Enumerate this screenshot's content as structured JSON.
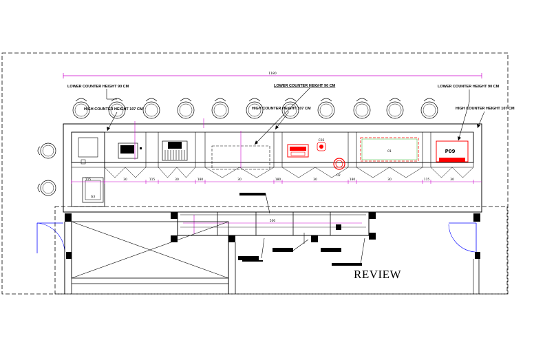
{
  "labels": {
    "lower_counter_left": "LOWER COUNTER HEIGHT 90 CM",
    "lower_counter_mid": "LOWER COUNTER HEIGHT 90 CM",
    "lower_counter_right": "LOWER COUNTER HEIGHT 90 CM",
    "high_counter_left": "HIGH COUNTER HEIGHT 107 CM",
    "high_counter_mid": "HIGH COUNTER HEIGHT 107 CM",
    "high_counter_right": "HIGH COUNTER HEIGHT 107 CM",
    "review": "REVIEW"
  },
  "dimensions": {
    "overall": "1180",
    "segments": [
      "115",
      "30",
      "115",
      "30",
      "180",
      "30",
      "180",
      "30",
      "180",
      "30",
      "115",
      "30"
    ],
    "back_table": "500",
    "overall_color": "#cc00cc",
    "dimension_color": "#cc00cc"
  },
  "equipment": {
    "left_box": "G3",
    "right_box": "P09",
    "green_unit": "01",
    "green_small": "02",
    "red_top": "C02",
    "red_accent": "#ff0000",
    "green_accent": "#00aa00"
  },
  "colors": {
    "line": "#000000",
    "dim": "#cc00cc",
    "red": "#ff0000",
    "green": "#00aa00",
    "blue": "#0000ff"
  }
}
